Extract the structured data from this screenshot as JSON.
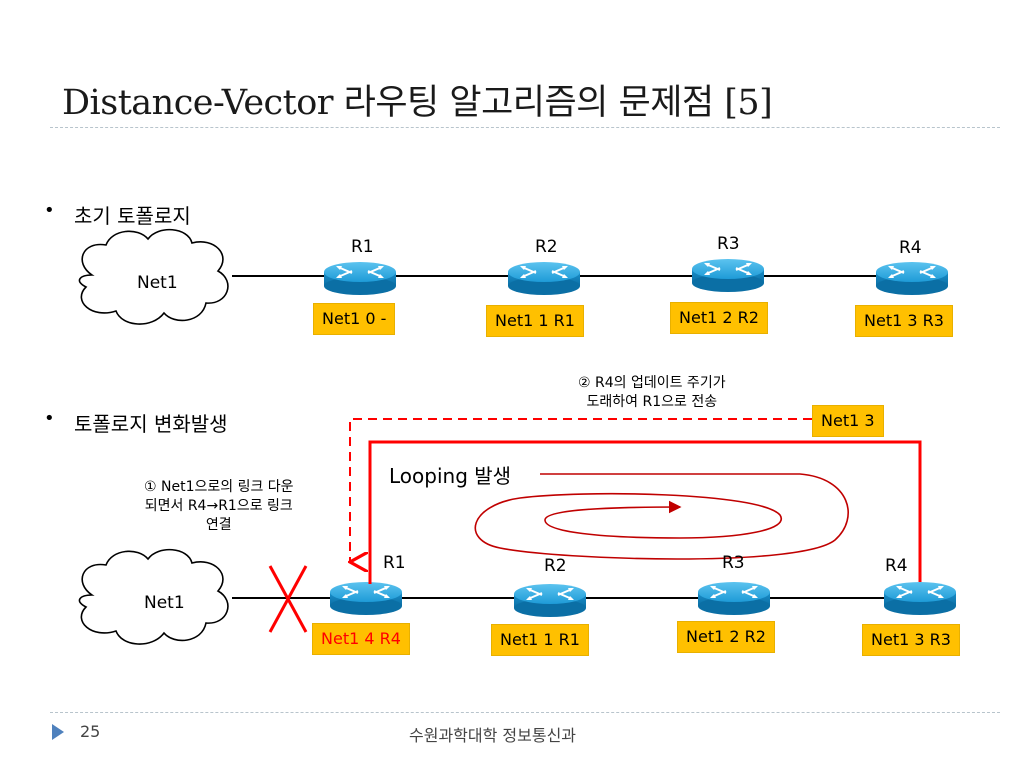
{
  "slide": {
    "title": "Distance-Vector 라우팅 알고리즘의 문제점 [5]",
    "bullet_initial": "초기 토폴로지",
    "bullet_changed": "토폴로지 변화발생",
    "page_number": "25",
    "footer": "수원과학대학 정보통신과"
  },
  "initial": {
    "cloud_label": "Net1",
    "routers": [
      {
        "name": "R1",
        "table": "Net1 0 -"
      },
      {
        "name": "R2",
        "table": "Net1 1 R1"
      },
      {
        "name": "R3",
        "table": "Net1 2 R2"
      },
      {
        "name": "R4",
        "table": "Net1 3 R3"
      }
    ]
  },
  "changed": {
    "cloud_label": "Net1",
    "routers": [
      {
        "name": "R1",
        "table": "Net1 4 R4"
      },
      {
        "name": "R2",
        "table": "Net1 1 R1"
      },
      {
        "name": "R3",
        "table": "Net1 2 R2"
      },
      {
        "name": "R4",
        "table": "Net1 3 R3"
      }
    ],
    "update_box": "Net1 3",
    "note_update_line1": "② R4의 업데이트 주기가",
    "note_update_line2": "도래하여 R1으로 전송",
    "note_link_line1": "① Net1으로의 링크 다운",
    "note_link_line2": "되면서 R4→R1으로 링크",
    "note_link_line3": "연결",
    "looping_label": "Looping 발생"
  },
  "colors": {
    "router_body": "#1e9bd7",
    "table_box": "#ffc000",
    "alert_red": "#ff0000",
    "footer_triangle": "#4f81bd"
  }
}
